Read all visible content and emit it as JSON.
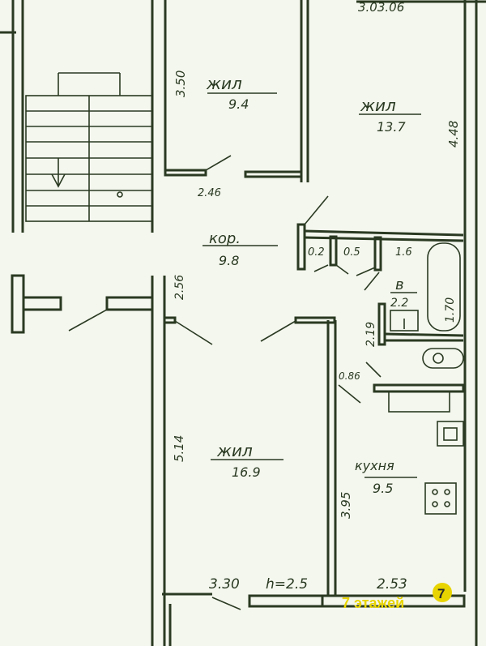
{
  "date_stamp": "3.03.06",
  "rooms": [
    {
      "name": "жил",
      "area": "9.4"
    },
    {
      "name": "жил",
      "area": "13.7"
    },
    {
      "name": "кор.",
      "area": "9.8"
    },
    {
      "name": "жил",
      "area": "16.9"
    },
    {
      "name": "кухня",
      "area": "9.5"
    },
    {
      "name": "в",
      "area": "2.2"
    }
  ],
  "dimensions": {
    "d350": "3.50",
    "d448": "4.48",
    "d246": "2.46",
    "d256": "2.56",
    "d02": "0.2",
    "d05": "0.5",
    "d16": "1.6",
    "d170": "1.70",
    "d219": "2.19",
    "d086": "0.86",
    "d514": "5.14",
    "d395": "3.95",
    "d330": "3.30",
    "height": "h=2.5",
    "d253": "2.53"
  },
  "watermark": {
    "text": "7 этажей",
    "logo": "7"
  },
  "colors": {
    "ink": "#2a3a22",
    "paper": "#f4f7ee",
    "watermark": "#e8d400"
  }
}
